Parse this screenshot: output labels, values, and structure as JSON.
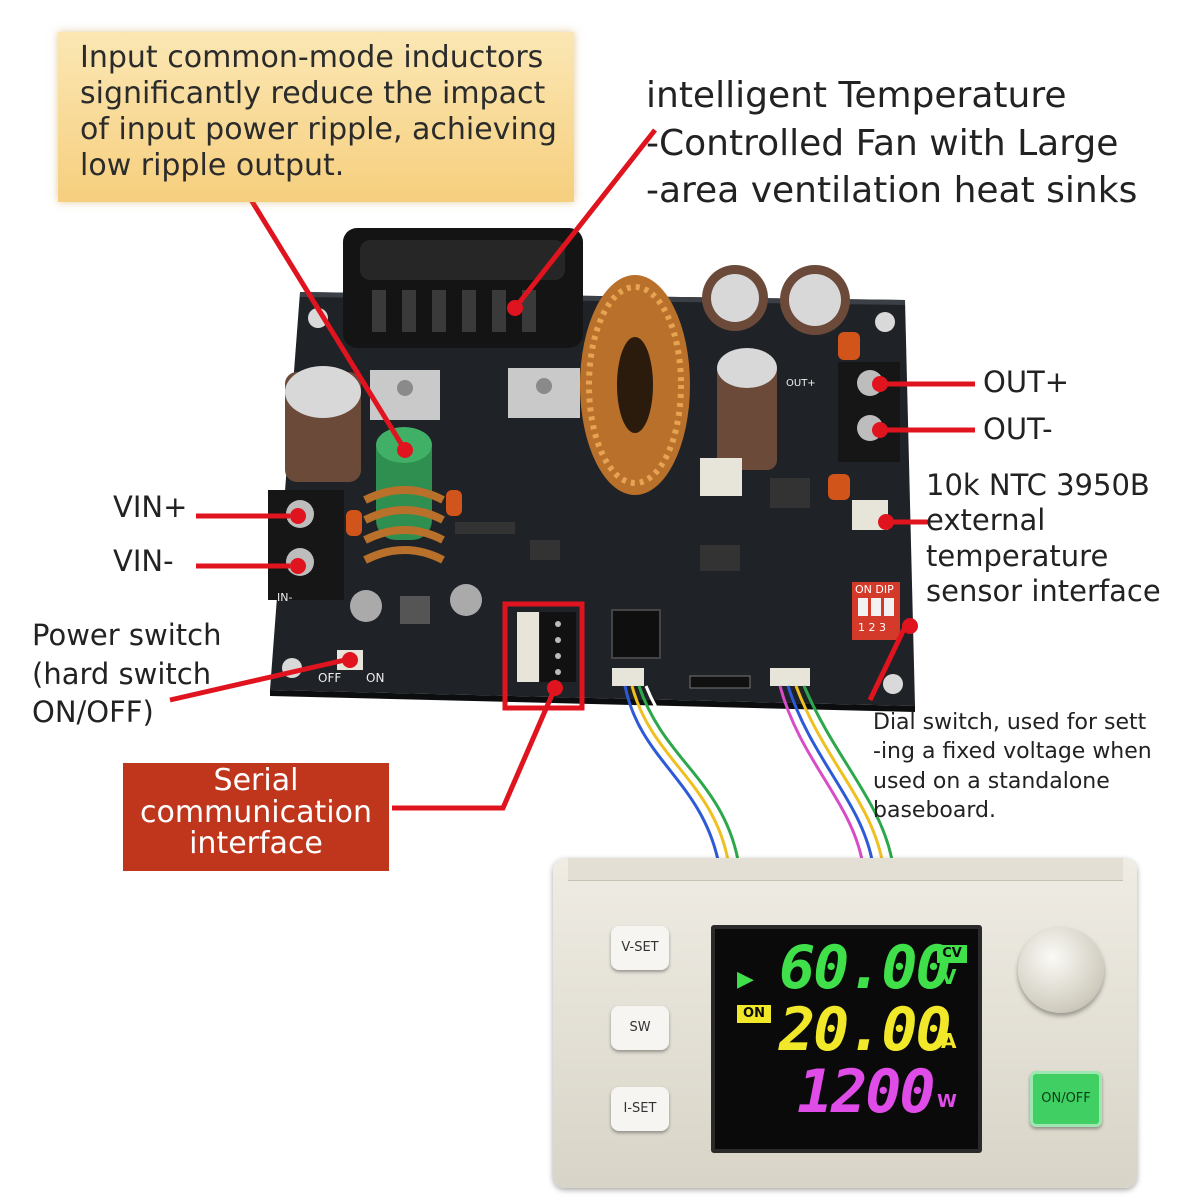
{
  "callouts": {
    "inductor": "Input common-mode inductors\nsignificantly reduce the impact\nof input power ripple, achieving\nlow ripple output.",
    "fan": "intelligent Temperature\n-Controlled Fan with Large\n-area ventilation heat sinks",
    "out_plus": "OUT+",
    "out_minus": "OUT-",
    "ntc": "10k NTC 3950B\n external\n temperature\nsensor interface",
    "vin_plus": "VIN+",
    "vin_minus": "VIN-",
    "power_switch": "Power switch\n(hard switch\nON/OFF)",
    "serial": "Serial\ncommunication\ninterface",
    "dial": "Dial switch, used for sett\n-ing a fixed voltage when\nused on a standalone\nbaseboard."
  },
  "board": {
    "off_label": "OFF",
    "on_label": "ON",
    "dip_label": "ON DIP",
    "dip_numbers": "1 2 3",
    "in_minus_label": "IN-",
    "out_plus_silk": "OUT+"
  },
  "controller": {
    "vset_label": "V-SET",
    "sw_label": "SW",
    "iset_label": "I-SET",
    "onoff_label": "ON/OFF",
    "voltage": "60.00",
    "voltage_unit": "V",
    "mode": "CV",
    "current": "20.00",
    "current_unit": "A",
    "power": "1200",
    "power_unit": "W",
    "status": "ON"
  },
  "colors": {
    "pcb": "#1f2226",
    "callout_red": "#c0361d",
    "leader_red": "#e0141e",
    "voltage_green": "#3fe04a",
    "current_yellow": "#f2e82a",
    "power_magenta": "#e04ce8"
  }
}
